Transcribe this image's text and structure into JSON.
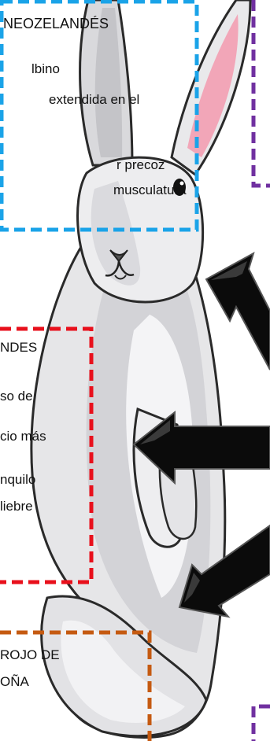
{
  "colors": {
    "blue_box": "#1aa3e8",
    "purple_box": "#7030a0",
    "red_box": "#e8101c",
    "orange_box": "#c55a11",
    "rabbit_body": "#e6e6e8",
    "rabbit_shade": "#c9c9cd",
    "ear_inner": "#f2a6b8",
    "arrow": "#0b0b0b"
  },
  "blue_box": {
    "lines": [
      "NEOZELANDÉS",
      "lbino",
      "extendida  en  el",
      "r precoz",
      "musculatura"
    ]
  },
  "red_box": {
    "lines": [
      "NDES",
      "so   de",
      "cio más",
      "nquilo",
      "liebre"
    ]
  },
  "orange_box": {
    "lines": [
      "ROJO DE",
      "OÑA"
    ]
  },
  "icons": {
    "rabbit": "rabbit-illustration",
    "arrows": [
      "arrow-upper-left",
      "arrow-left",
      "arrow-lower-left"
    ]
  }
}
